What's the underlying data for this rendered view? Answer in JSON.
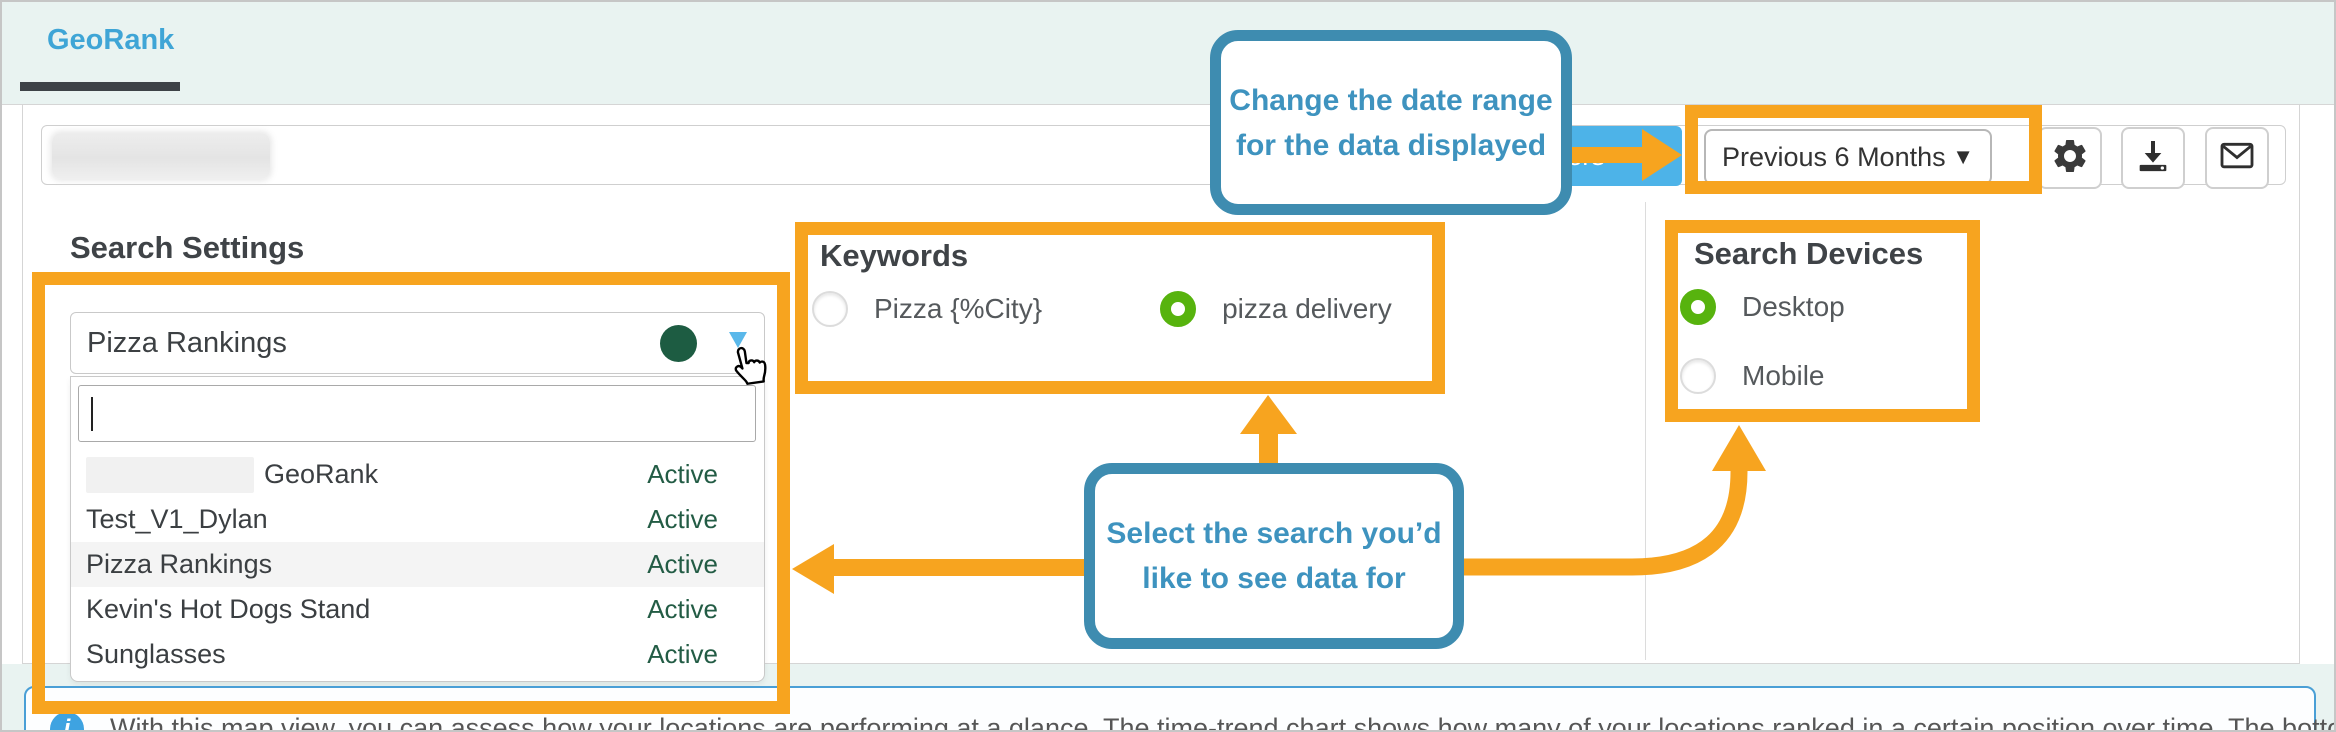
{
  "header": {
    "tab_label": "GeoRank"
  },
  "toolbar": {
    "search_box_redacted": true,
    "filters_button_label": "Filters",
    "date_range_value": "Previous 6 Months",
    "date_caret_glyph": "▼",
    "icon_buttons": [
      "gear-icon",
      "download-icon",
      "envelope-icon"
    ]
  },
  "search_settings": {
    "title": "Search Settings",
    "selected_value": "Pizza Rankings",
    "filter_input_value": "",
    "options": [
      {
        "redacted_prefix": true,
        "name": "GeoRank",
        "status": "Active",
        "highlighted": false
      },
      {
        "redacted_prefix": false,
        "name": "Test_V1_Dylan",
        "status": "Active",
        "highlighted": false
      },
      {
        "redacted_prefix": false,
        "name": "Pizza Rankings",
        "status": "Active",
        "highlighted": true
      },
      {
        "redacted_prefix": false,
        "name": "Kevin's Hot Dogs Stand",
        "status": "Active",
        "highlighted": false
      },
      {
        "redacted_prefix": false,
        "name": "Sunglasses",
        "status": "Active",
        "highlighted": false
      }
    ]
  },
  "keywords": {
    "title": "Keywords",
    "options": [
      {
        "label": "Pizza {%City}",
        "selected": false
      },
      {
        "label": "pizza delivery",
        "selected": true
      }
    ]
  },
  "search_devices": {
    "title": "Search Devices",
    "options": [
      {
        "label": "Desktop",
        "selected": true
      },
      {
        "label": "Mobile",
        "selected": false
      }
    ]
  },
  "callouts": {
    "date_range": {
      "line1": "Change the date range",
      "line2": "for the data displayed"
    },
    "select_search": {
      "line1": "Select the search you’d",
      "line2": "like to see data for"
    }
  },
  "info_bar": {
    "icon_glyph": "i",
    "text": "With this map view, you can assess how your locations are performing at a glance. The time-trend chart shows how many of your locations ranked in a certain position over time. The bottom table"
  },
  "colors": {
    "annotation_orange": "#F7A41F",
    "callout_blue": "#3E8CB0",
    "callout_text": "#3E93BF",
    "active_green": "#235C45",
    "radio_green": "#57B30E",
    "tab_blue": "#3FA5D6",
    "filters_button_blue": "#4DB3E8",
    "info_border_blue": "#4A9FD6",
    "status_dot_green": "#1D5C42",
    "triangle_blue": "#5AB8EA"
  }
}
